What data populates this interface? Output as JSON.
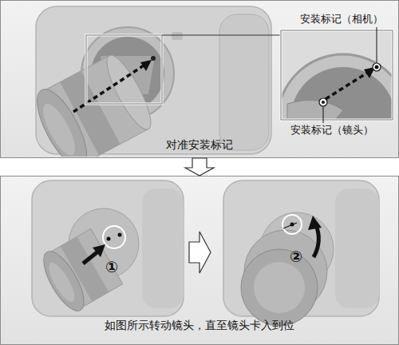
{
  "diagram": {
    "nodes": [
      {
        "text": [
          "对准安装标记"
        ]
      },
      {
        "text": [
          "如图所示转动镜头，直至镜头卡入到位"
        ]
      }
    ],
    "edges": [
      {
        "from": 0,
        "to": 1,
        "arrow": "to"
      }
    ],
    "labels": [
      "安装标记（相机）",
      "安装标记（镜头）",
      "①",
      "②"
    ]
  }
}
